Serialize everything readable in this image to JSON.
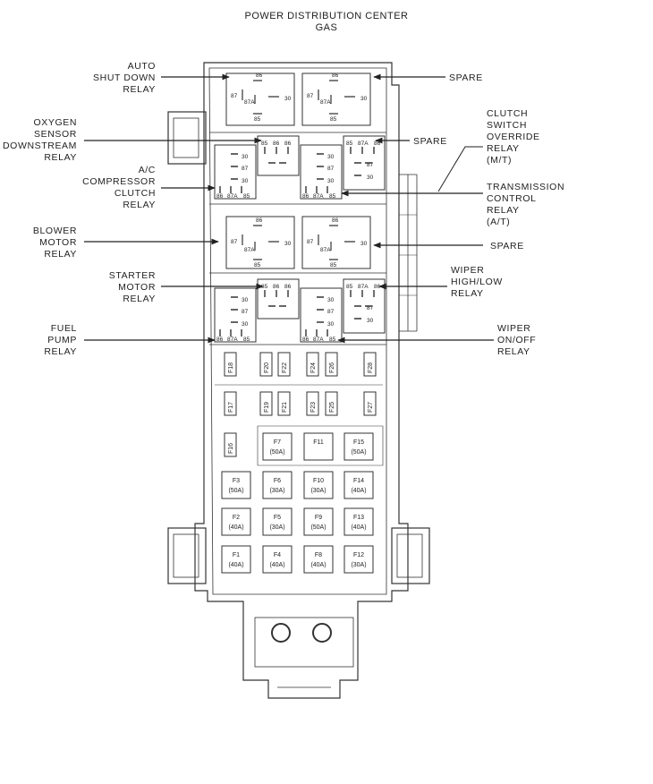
{
  "title": {
    "line1": "POWER DISTRIBUTION CENTER",
    "line2": "GAS"
  },
  "callouts": {
    "asd": [
      "AUTO",
      "SHUT DOWN",
      "RELAY"
    ],
    "spare_top": [
      "SPARE"
    ],
    "o2": [
      "OXYGEN",
      "SENSOR",
      "DOWNSTREAM",
      "RELAY"
    ],
    "spare_mid": [
      "SPARE"
    ],
    "clutch_override": [
      "CLUTCH",
      "SWITCH",
      "OVERRIDE",
      "RELAY",
      "(M/T)"
    ],
    "ac": [
      "A/C",
      "COMPRESSOR",
      "CLUTCH",
      "RELAY"
    ],
    "trans": [
      "TRANSMISSION",
      "CONTROL",
      "RELAY",
      "(A/T)"
    ],
    "blower": [
      "BLOWER",
      "MOTOR",
      "RELAY"
    ],
    "spare_r3": [
      "SPARE"
    ],
    "starter": [
      "STARTER",
      "MOTOR",
      "RELAY"
    ],
    "wiper_hl": [
      "WIPER",
      "HIGH/LOW",
      "RELAY"
    ],
    "fuel": [
      "FUEL",
      "PUMP",
      "RELAY"
    ],
    "wiper_onoff": [
      "WIPER",
      "ON/OFF",
      "RELAY"
    ]
  },
  "pins": {
    "p86": "86",
    "p85": "85",
    "p87": "87",
    "p87a": "87A",
    "p30": "30"
  },
  "mini_fuses": {
    "row1": [
      "F18",
      "F20",
      "F22",
      "F24",
      "F26",
      "F28"
    ],
    "row2": [
      "F17",
      "F19",
      "F21",
      "F23",
      "F25",
      "F27"
    ],
    "single": "F16"
  },
  "maxi_fuses": [
    {
      "name": "F7",
      "rating": "(50A)"
    },
    {
      "name": "F11",
      "rating": ""
    },
    {
      "name": "F15",
      "rating": "(50A)"
    },
    {
      "name": "F3",
      "rating": "(50A)"
    },
    {
      "name": "F6",
      "rating": "(30A)"
    },
    {
      "name": "F10",
      "rating": "(30A)"
    },
    {
      "name": "F14",
      "rating": "(40A)"
    },
    {
      "name": "F2",
      "rating": "(40A)"
    },
    {
      "name": "F5",
      "rating": "(30A)"
    },
    {
      "name": "F9",
      "rating": "(50A)"
    },
    {
      "name": "F13",
      "rating": "(40A)"
    },
    {
      "name": "F1",
      "rating": "(40A)"
    },
    {
      "name": "F4",
      "rating": "(40A)"
    },
    {
      "name": "F8",
      "rating": "(40A)"
    },
    {
      "name": "F12",
      "rating": "(30A)"
    }
  ]
}
